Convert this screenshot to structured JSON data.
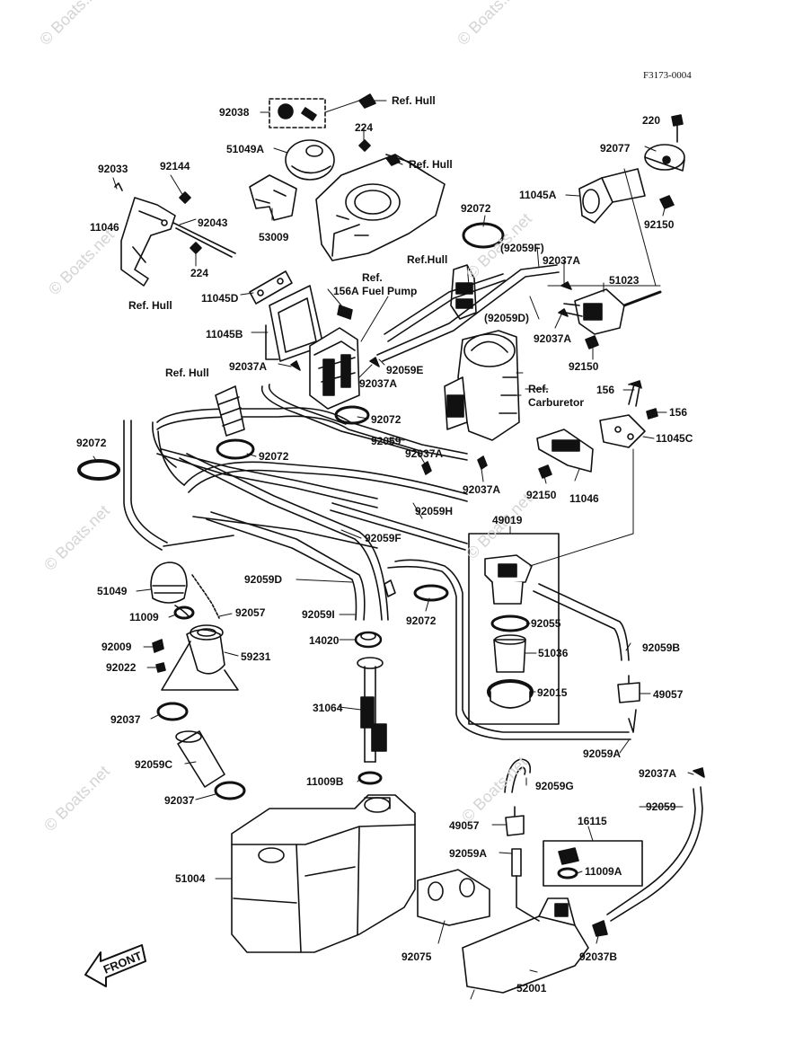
{
  "figure_code": "F3173-0004",
  "watermark": "© Boats.net",
  "front_label": "FRONT",
  "refs": {
    "hull_top": "Ref. Hull",
    "hull_cover": "Ref. Hull",
    "hull_left": "Ref. Hull",
    "hull_center": "Ref.Hull",
    "hull_mid": "Ref. Hull",
    "fuel_pump": "Ref.\nFuel Pump",
    "carburetor": "Ref.\nCarburetor"
  },
  "parts": {
    "p92038": "92038",
    "p224a": "224",
    "p51049A": "51049A",
    "p53009": "53009",
    "p92033": "92033",
    "p92144": "92144",
    "p11046_top": "11046",
    "p92043": "92043",
    "p224b": "224",
    "p11045D": "11045D",
    "p156A": "156A",
    "p11045B": "11045B",
    "p92037A_1": "92037A",
    "p92037A_2": "92037A",
    "p92059E": "92059E",
    "p92072_a": "92072",
    "p92059F_paren": "(92059F)",
    "p92037A_3": "92037A",
    "p51023": "51023",
    "p92059D_paren": "(92059D)",
    "p92037A_4": "92037A",
    "p92150_a": "92150",
    "p220": "220",
    "p92077": "92077",
    "p11045A": "11045A",
    "p92150_b": "92150",
    "p156_a": "156",
    "p156_b": "156",
    "p11045C": "11045C",
    "p92072_b": "92072",
    "p92059_a": "92059",
    "p92037A_5": "92037A",
    "p92072_c": "92072",
    "p92072_d": "92072",
    "p92037A_6": "92037A",
    "p92150_c": "92150",
    "p11046": "11046",
    "p92059H": "92059H",
    "p49019": "49019",
    "p92059F": "92059F",
    "p92059D": "92059D",
    "p51049": "51049",
    "p11009": "11009",
    "p92057": "92057",
    "p92059I": "92059I",
    "p92072_e": "92072",
    "p92055": "92055",
    "p92059B": "92059B",
    "p92009": "92009",
    "p92022": "92022",
    "p59231": "59231",
    "p14020": "14020",
    "p51036": "51036",
    "p92015": "92015",
    "p49057_a": "49057",
    "p92037_a": "92037",
    "p31064": "31064",
    "p92059A_a": "92059A",
    "p92059C": "92059C",
    "p11009B": "11009B",
    "p92059G": "92059G",
    "p92037A_7": "92037A",
    "p92037_b": "92037",
    "p16115": "16115",
    "p92059_b": "92059",
    "p49057_b": "49057",
    "p92059A_b": "92059A",
    "p11009A": "11009A",
    "p51004": "51004",
    "p92075": "92075",
    "p92037B": "92037B",
    "p52001": "52001"
  }
}
